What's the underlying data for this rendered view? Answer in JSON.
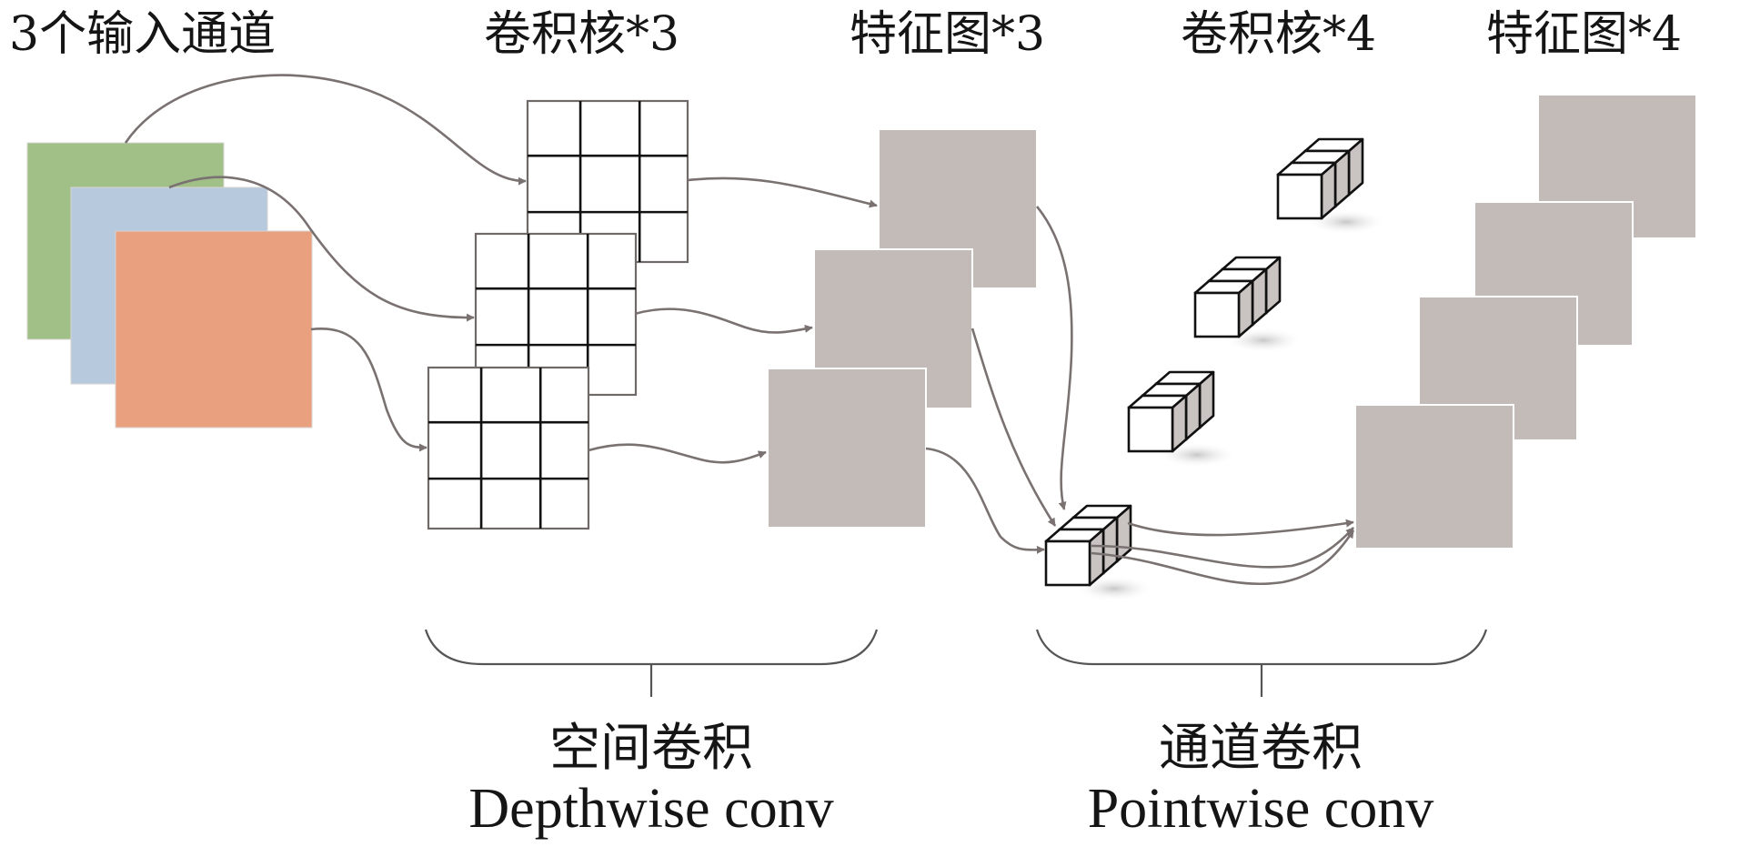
{
  "titles": {
    "input_channels": "3个输入通道",
    "depthwise_kernels": "卷积核*3",
    "depthwise_feature_maps": "特征图*3",
    "pointwise_kernels": "卷积核*4",
    "pointwise_feature_maps": "特征图*4"
  },
  "stages": {
    "depthwise": {
      "zh": "空间卷积",
      "en": "Depthwise conv"
    },
    "pointwise": {
      "zh": "通道卷积",
      "en": "Pointwise conv"
    }
  },
  "structure": {
    "input_channels": 3,
    "depthwise_kernel_count": 3,
    "depthwise_kernel_grid": [
      3,
      3
    ],
    "depthwise_feature_map_count": 3,
    "pointwise_kernel_count": 4,
    "pointwise_kernel_depth": 3,
    "pointwise_feature_map_count": 4
  },
  "colors": {
    "input_channel_colors": [
      "#a1c088",
      "#b6c9dd",
      "#e8a07e"
    ],
    "feature_map": "#c2bbb7",
    "arrow": "#7a7171",
    "kernel_line": "#111111",
    "cube_side": "#c9c4c2",
    "brace": "#555555"
  }
}
